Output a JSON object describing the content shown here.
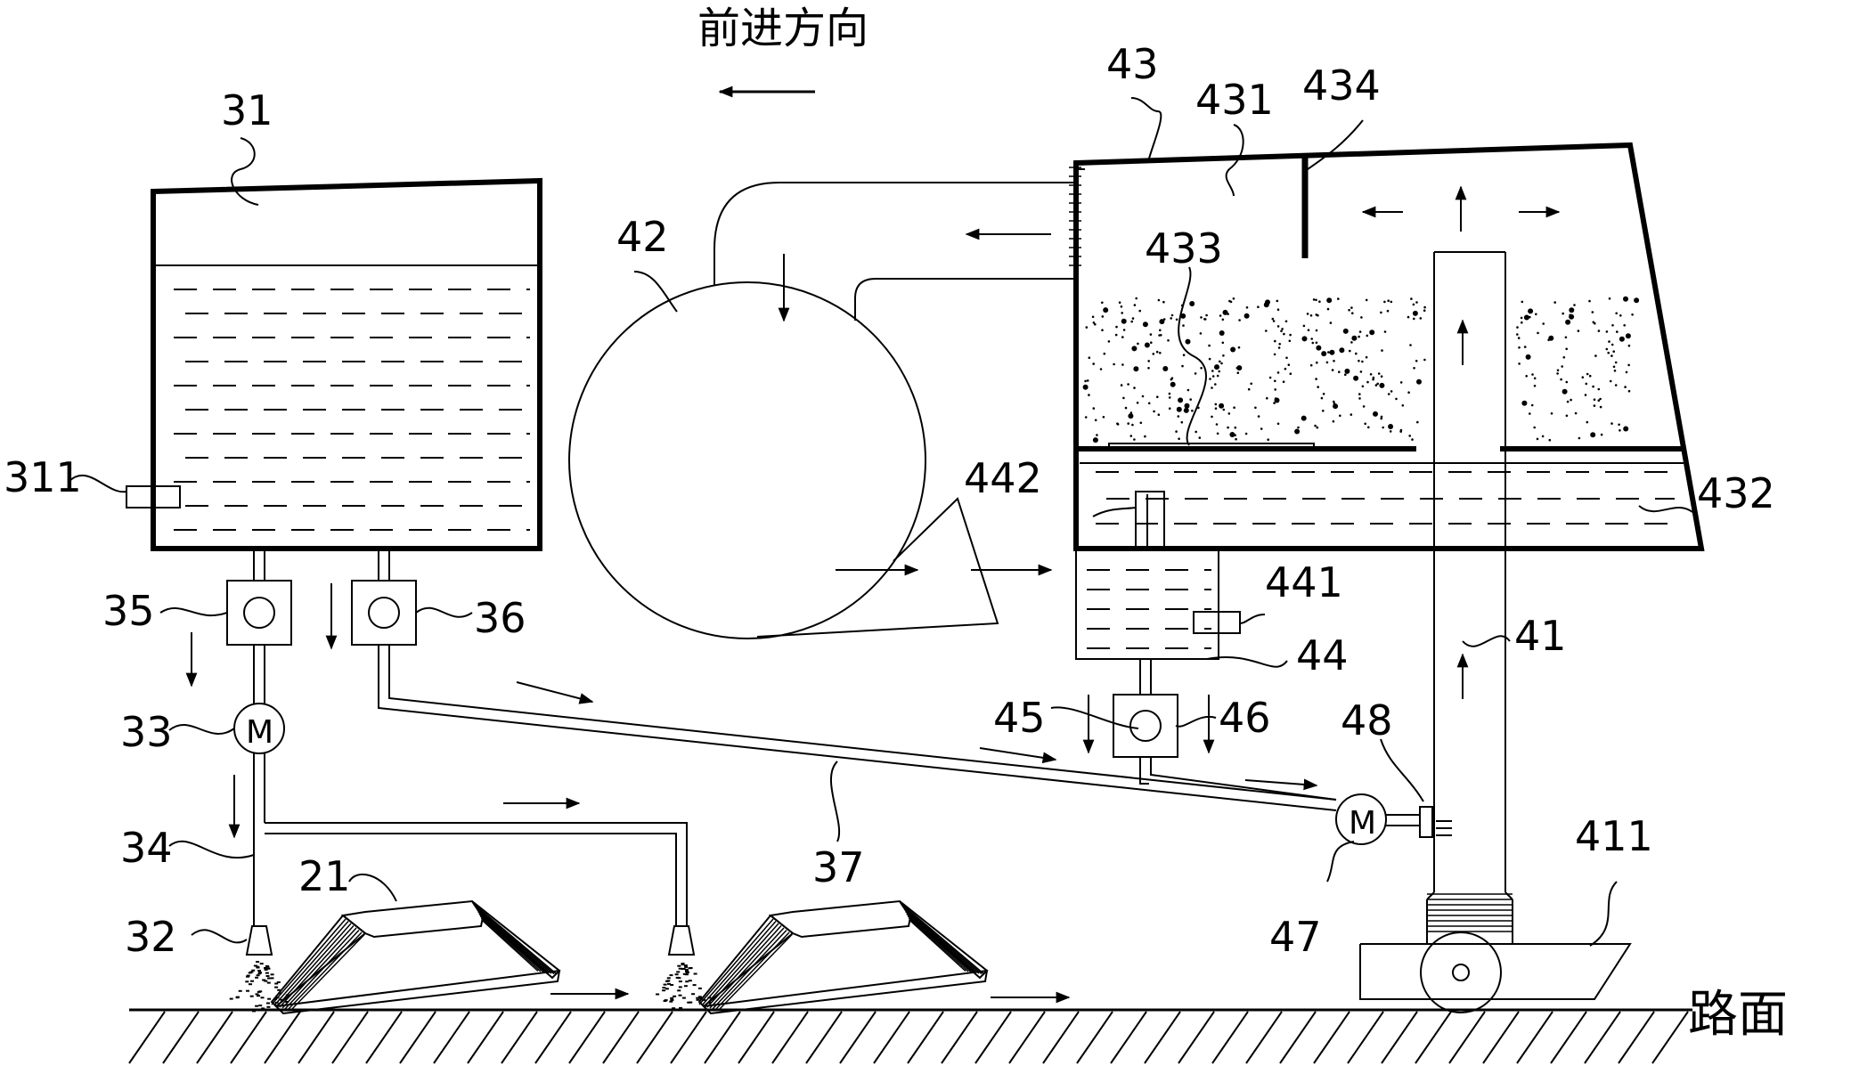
{
  "title": "前进方向",
  "road_label": "路面",
  "labels": {
    "l31": "31",
    "l311": "311",
    "l35": "35",
    "l36": "36",
    "l33": "33",
    "l34": "34",
    "l32": "32",
    "l21": "21",
    "l37": "37",
    "l42": "42",
    "l43": "43",
    "l431": "431",
    "l434": "434",
    "l433": "433",
    "l442": "442",
    "l432": "432",
    "l441": "441",
    "l44": "44",
    "l41": "41",
    "l45": "45",
    "l46": "46",
    "l48": "48",
    "l47": "47",
    "l411": "411",
    "m1": "M",
    "m2": "M"
  }
}
